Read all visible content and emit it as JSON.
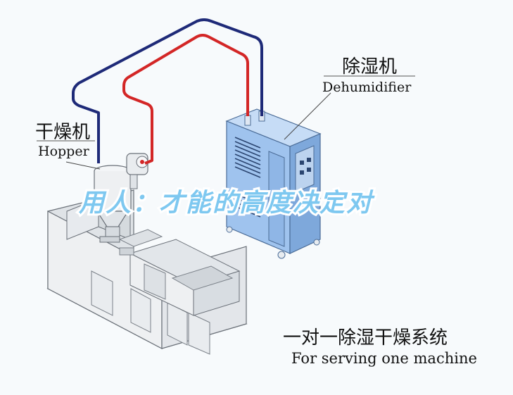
{
  "labels": {
    "dehumidifier_zh": "除湿机",
    "dehumidifier_en": "Dehumidifier",
    "hopper_zh": "干燥机",
    "hopper_en": "Hopper"
  },
  "caption": {
    "zh": "一对一除湿干燥系统",
    "en": "For serving one machine"
  },
  "banner": "用人：才能的高度决定对",
  "colors": {
    "dry_air_line": "#1e2a78",
    "return_air_line": "#d32626",
    "dehumidifier_body": "#9fc3ee",
    "machine_body": "#eef0f2",
    "banner_text": "#7ec8f0"
  }
}
